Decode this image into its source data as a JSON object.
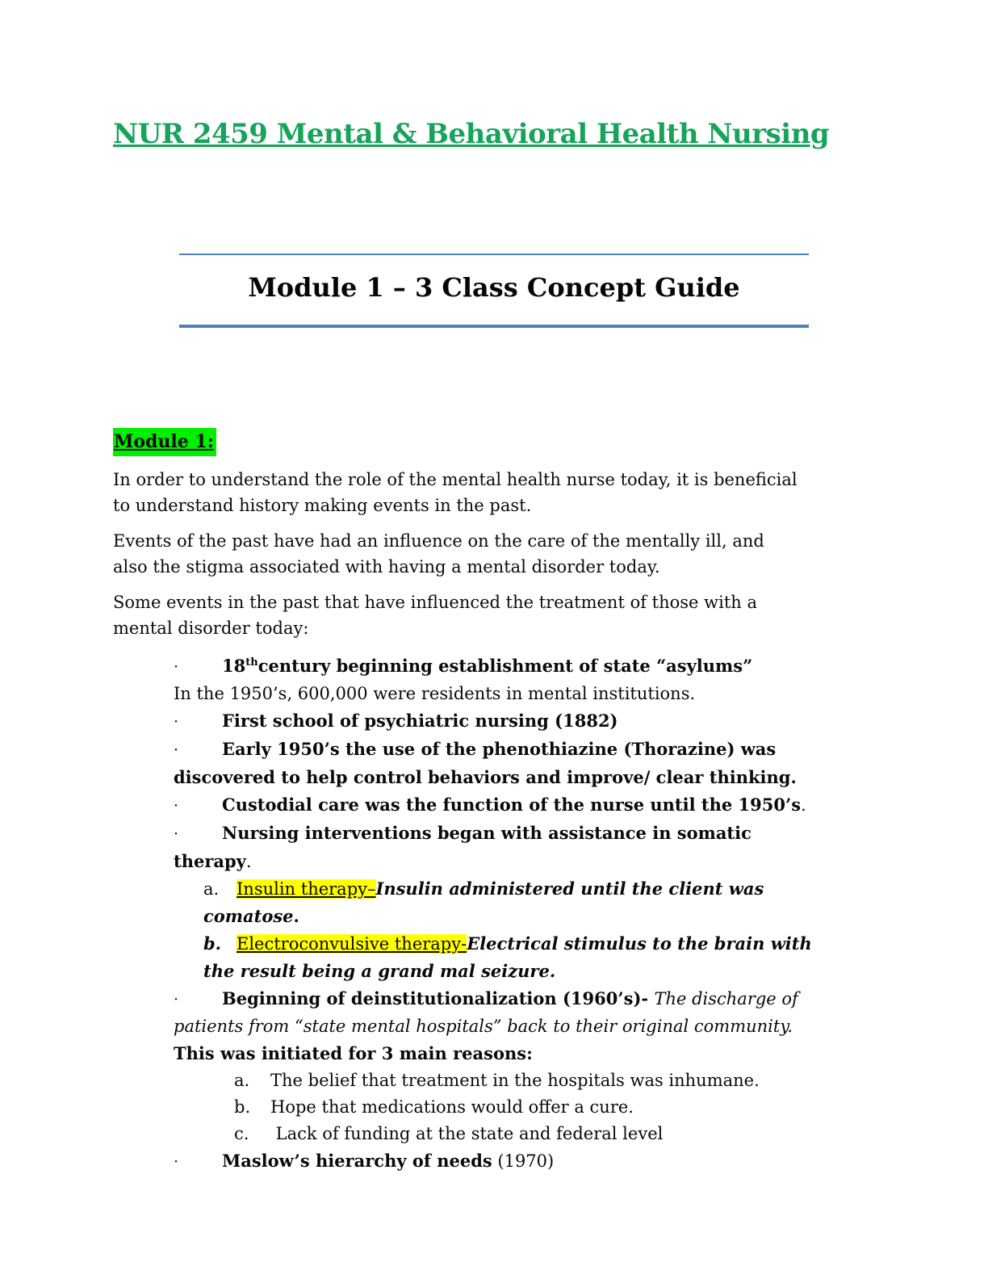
{
  "colors": {
    "green": "#17a45a",
    "blue": "#4f81bd",
    "yellow": "#ffff00",
    "lime": "#00f000",
    "ink": "#0a0a0a"
  },
  "header": {
    "title": "NUR 2459 Mental & Behavioral Health Nursing",
    "subtitle": "Module 1 – 3 Class Concept Guide"
  },
  "module_section": {
    "label": "Module 1:"
  },
  "body": {
    "blocks": [
      {
        "type": "para",
        "name": "intro-paragraph",
        "runs": [
          {
            "t": "In order to understand the role of the mental health nurse today, it is beneficial",
            "br": true
          },
          {
            "t": "to understand history making events in the past."
          }
        ]
      },
      {
        "type": "para",
        "name": "influence-paragraph",
        "runs": [
          {
            "t": "Events of the past have had an influence on the care of the mentally ill, and",
            "br": true
          },
          {
            "t": "also the stigma associated with having a mental disorder today."
          }
        ]
      },
      {
        "type": "para",
        "name": "events-lead-paragraph",
        "runs": [
          {
            "t": "Some events in the past that have influenced the treatment of those with a",
            "br": true
          },
          {
            "t": "mental disorder today:"
          }
        ]
      },
      {
        "type": "bullet",
        "name": "bullet-asylums",
        "marker": "·",
        "runs": [
          {
            "t": "18",
            "b": true
          },
          {
            "t": "th",
            "b": true,
            "sup": true
          },
          {
            "t": "century beginning establishment of state “asylums”",
            "b": true,
            "br": true
          },
          {
            "t": "In the 1950’s, 600,000 were residents in mental institutions."
          }
        ]
      },
      {
        "type": "bullet",
        "name": "bullet-first-school",
        "marker": "·",
        "runs": [
          {
            "t": "First school of psychiatric nursing (1882)",
            "b": true
          }
        ]
      },
      {
        "type": "bullet",
        "name": "bullet-thorazine",
        "marker": "·",
        "runs": [
          {
            "t": "Early 1950’s the use of the phenothiazine (Thorazine) was",
            "b": true,
            "br": true
          },
          {
            "t": "discovered to help control behaviors and improve/ clear thinking.",
            "b": true
          }
        ]
      },
      {
        "type": "bullet",
        "name": "bullet-custodial-care",
        "marker": "·",
        "runs": [
          {
            "t": "Custodial care was the function of the nurse until the 1950’s",
            "b": true
          },
          {
            "t": "."
          }
        ]
      },
      {
        "type": "bullet",
        "name": "bullet-somatic-therapy",
        "marker": "·",
        "runs": [
          {
            "t": "Nursing interventions began with assistance in somatic",
            "b": true,
            "br": true
          },
          {
            "t": "therapy",
            "b": true
          },
          {
            "t": "."
          }
        ]
      },
      {
        "type": "alpha1",
        "name": "sub-item-insulin-therapy",
        "marker": "a.",
        "runs": [
          {
            "t": "Insulin therapy–",
            "hl": true,
            "u": true
          },
          {
            "t": "Insulin administered until the client was",
            "b": true,
            "i": true,
            "br": true
          },
          {
            "t": "comatose",
            "b": true,
            "i": true
          },
          {
            "t": ".",
            "b": true
          }
        ]
      },
      {
        "type": "alpha1",
        "name": "sub-item-electroconvulsive-therapy",
        "marker": "b.",
        "marker_style": "bi",
        "runs": [
          {
            "t": "Electroconvulsive therapy-",
            "hl": true,
            "u": true
          },
          {
            "t": "Electrical stimulus to the brain with",
            "b": true,
            "i": true,
            "br": true
          },
          {
            "t": "the result being a grand mal seizure.",
            "b": true,
            "i": true
          }
        ]
      },
      {
        "type": "bullet",
        "name": "bullet-deinstitutionalization",
        "marker": "·",
        "runs": [
          {
            "t": "Beginning of deinstitutionalization (1960’s)",
            "b": true
          },
          {
            "t": "- ",
            "b": true
          },
          {
            "t": "The discharge of",
            "i": true,
            "br": true
          },
          {
            "t": "patients from “state mental hospitals” back to their original community.",
            "i": true,
            "br": true
          },
          {
            "t": "This was initiated for 3 main reasons:",
            "b": true
          }
        ]
      },
      {
        "type": "alpha2",
        "name": "reason-inhumane",
        "marker": "a.",
        "runs": [
          {
            "t": "The belief that treatment in the hospitals was inhumane."
          }
        ]
      },
      {
        "type": "alpha2",
        "name": "reason-medications",
        "marker": "b.",
        "runs": [
          {
            "t": "Hope that medications would offer a cure."
          }
        ]
      },
      {
        "type": "alpha2",
        "name": "reason-funding",
        "marker": "c.",
        "runs": [
          {
            "t": " Lack of funding at the state and federal level"
          }
        ]
      },
      {
        "type": "bullet",
        "name": "bullet-maslow",
        "marker": "·",
        "runs": [
          {
            "t": "Maslow’s hierarchy of needs",
            "b": true
          },
          {
            "t": " (1970)"
          }
        ]
      }
    ]
  }
}
